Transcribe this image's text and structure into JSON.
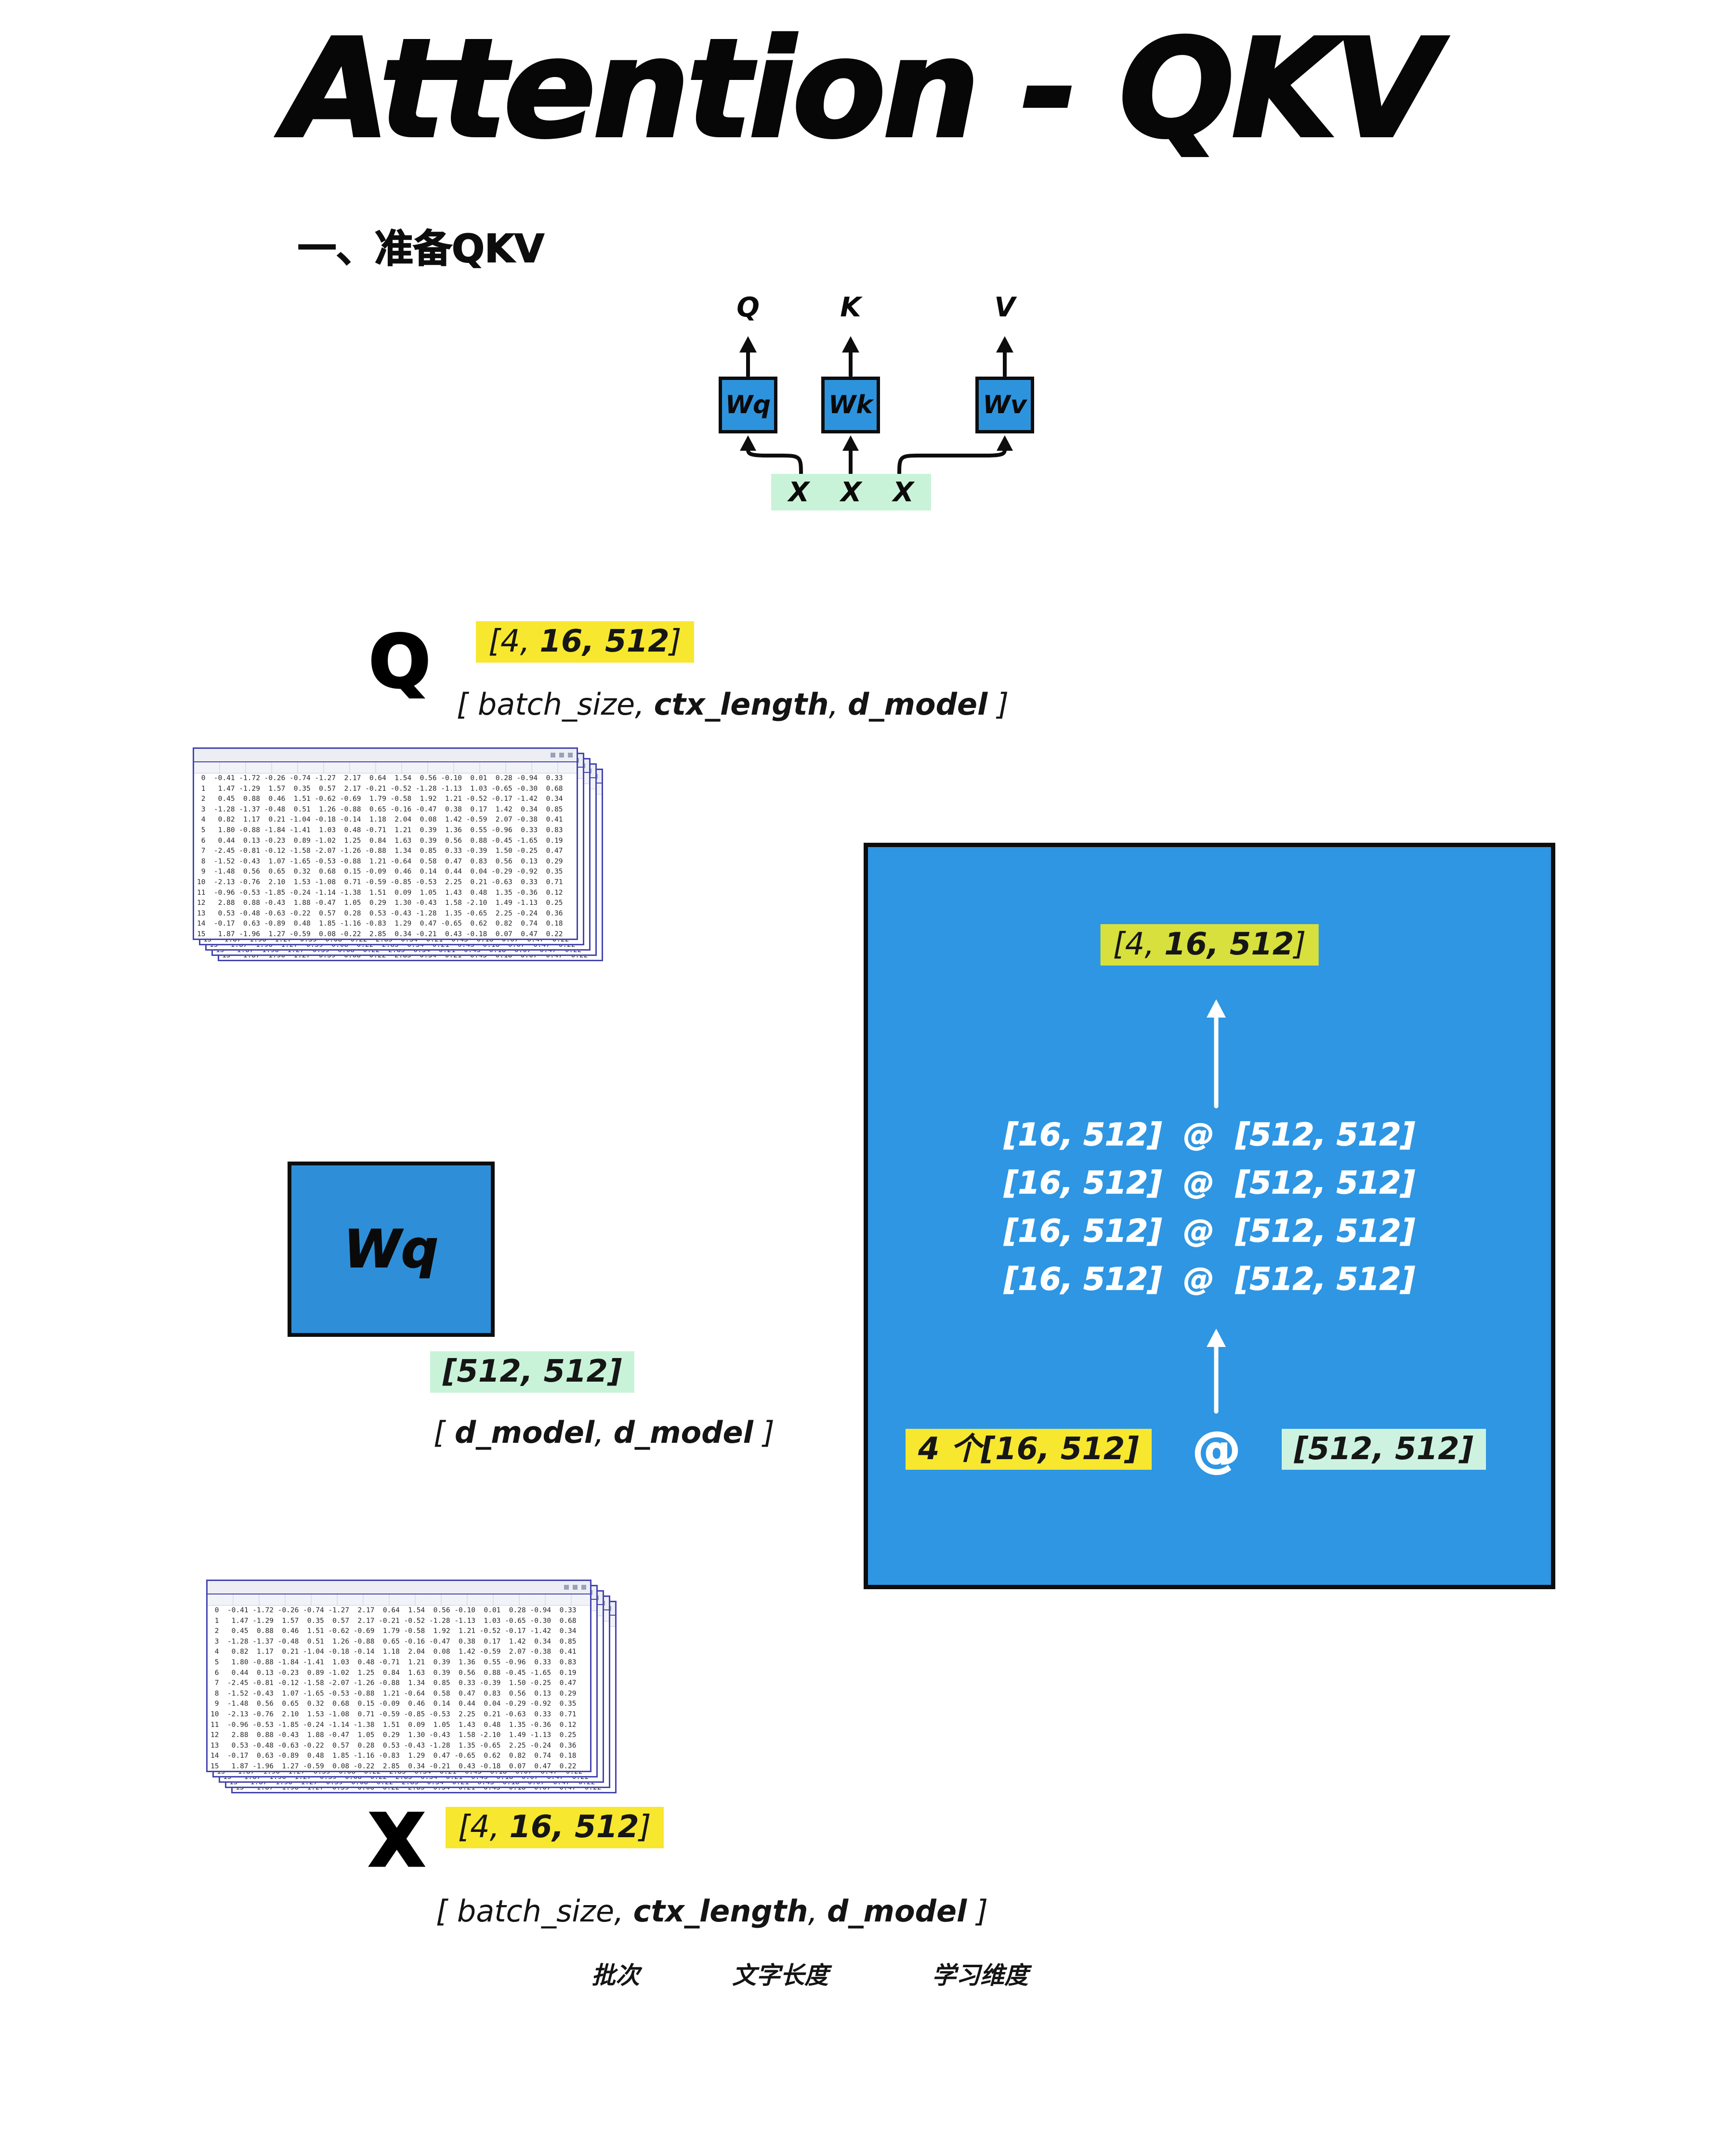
{
  "title": "Attention - QKV",
  "section_heading": "一、准备QKV",
  "colors": {
    "blue": "#2e93dd",
    "panel_blue": "#2e96e3",
    "yellow_highlight": "#f7e72f",
    "lime_highlight": "#d7e03c",
    "mint_highlight": "#c9f3d8",
    "card_border": "#4444b0"
  },
  "qkv_diagram": {
    "outputs": [
      "Q",
      "K",
      "V"
    ],
    "weights": [
      "Wq",
      "Wk",
      "Wv"
    ],
    "inputs": [
      "X",
      "X",
      "X"
    ]
  },
  "q_block": {
    "letter": "Q",
    "shape_tag": {
      "pre": "[4, ",
      "b": "16, 512",
      "post": "]"
    },
    "dims": {
      "pre": "[ batch_size, ",
      "b1": "ctx_length",
      "mid": ", ",
      "b2": "d_model",
      "post": " ]"
    }
  },
  "wq_block": {
    "label": "Wq",
    "shape_tag": "[512, 512]",
    "dims": {
      "pre": "[ ",
      "b1": "d_model",
      "mid": ", ",
      "b2": "d_model",
      "post": " ]"
    }
  },
  "panel": {
    "result_tag": {
      "pre": "[4, ",
      "b": "16, 512",
      "post": "]"
    },
    "matmul_lines": [
      "[16, 512]  @  [512, 512]",
      "[16, 512]  @  [512, 512]",
      "[16, 512]  @  [512, 512]",
      "[16, 512]  @  [512, 512]"
    ],
    "bottom": {
      "count_tag": "4 个[16, 512]",
      "at": "@",
      "weight_tag": "[512, 512]"
    }
  },
  "x_block": {
    "letter": "X",
    "shape_tag": {
      "pre": "[4, ",
      "b": "16, 512",
      "post": "]"
    },
    "dims": {
      "pre": "[ batch_size, ",
      "b1": "ctx_length",
      "mid": ", ",
      "b2": "d_model",
      "post": " ]"
    },
    "annotations": [
      "批次",
      "文字长度",
      "学习维度"
    ]
  },
  "matrix": {
    "rows": [
      " 0  -0.41 -1.72 -0.26 -0.74 -1.27  2.17  0.64  1.54  0.56 -0.10  0.01  0.28 -0.94  0.33",
      " 1   1.47 -1.29  1.57  0.35  0.57  2.17 -0.21 -0.52 -1.28 -1.13  1.03 -0.65 -0.30  0.68",
      " 2   0.45  0.88  0.46  1.51 -0.62 -0.69  1.79 -0.58  1.92  1.21 -0.52 -0.17 -1.42  0.34",
      " 3  -1.28 -1.37 -0.48  0.51  1.26 -0.88  0.65 -0.16 -0.47  0.38  0.17  1.42  0.34  0.85",
      " 4   0.82  1.17  0.21 -1.04 -0.18 -0.14  1.18  2.04  0.08  1.42 -0.59  2.07 -0.38  0.41",
      " 5   1.80 -0.88 -1.84 -1.41  1.03  0.48 -0.71  1.21  0.39  1.36  0.55 -0.96  0.33  0.83",
      " 6   0.44  0.13 -0.23  0.89 -1.02  1.25  0.84  1.63  0.39  0.56  0.88 -0.45 -1.65  0.19",
      " 7  -2.45 -0.81 -0.12 -1.58 -2.07 -1.26 -0.88  1.34  0.85  0.33 -0.39  1.50 -0.25  0.47",
      " 8  -1.52 -0.43  1.07 -1.65 -0.53 -0.88  1.21 -0.64  0.58  0.47  0.83  0.56  0.13  0.29",
      " 9  -1.48  0.56  0.65  0.32  0.68  0.15 -0.09  0.46  0.14  0.44  0.04 -0.29 -0.92  0.35",
      "10  -2.13 -0.76  2.10  1.53 -1.08  0.71 -0.59 -0.85 -0.53  2.25  0.21 -0.63  0.33  0.71",
      "11  -0.96 -0.53 -1.85 -0.24 -1.14 -1.38  1.51  0.09  1.05  1.43  0.48  1.35 -0.36  0.12",
      "12   2.88  0.88 -0.43  1.88 -0.47  1.05  0.29  1.30 -0.43  1.58 -2.10  1.49 -1.13  0.25",
      "13   0.53 -0.48 -0.63 -0.22  0.57  0.28  0.53 -0.43 -1.28  1.35 -0.65  2.25 -0.24  0.36",
      "14  -0.17  0.63 -0.89  0.48  1.85 -1.16 -0.83  1.29  0.47 -0.65  0.62  0.82  0.74  0.18",
      "15   1.87 -1.96  1.27 -0.59  0.08 -0.22  2.85  0.34 -0.21  0.43 -0.18  0.07  0.47  0.22"
    ]
  }
}
